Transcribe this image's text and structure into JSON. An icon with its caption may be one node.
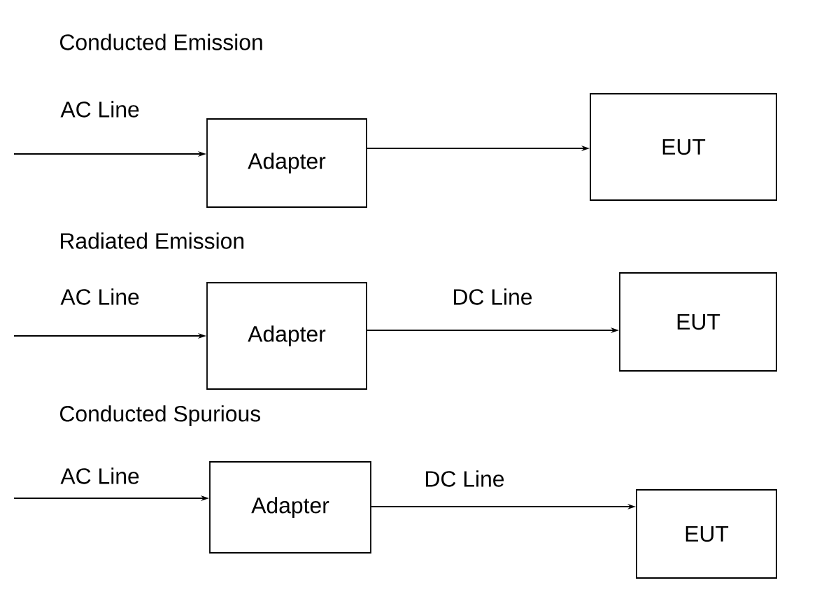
{
  "diagram": {
    "nodes": [
      {
        "text": [
          "Adapter"
        ]
      },
      {
        "text": [
          "EUT"
        ]
      },
      {
        "text": [
          "Adapter"
        ]
      },
      {
        "text": [
          "EUT"
        ]
      },
      {
        "text": [
          "Adapter"
        ]
      },
      {
        "text": [
          "EUT"
        ]
      }
    ],
    "edges": [
      {
        "from": null,
        "to": 0,
        "arrow": "to",
        "label": "AC Line"
      },
      {
        "from": 0,
        "to": 1,
        "arrow": "to"
      },
      {
        "from": null,
        "to": 2,
        "arrow": "to",
        "label": "AC Line"
      },
      {
        "from": 2,
        "to": 3,
        "arrow": "to",
        "label": "DC Line"
      },
      {
        "from": null,
        "to": 4,
        "arrow": "to",
        "label": "AC Line"
      },
      {
        "from": 4,
        "to": 5,
        "arrow": "to",
        "label": "DC Line"
      }
    ],
    "labels": [
      "Conducted Emission",
      "Radiated Emission",
      "Conducted Spurious"
    ]
  }
}
